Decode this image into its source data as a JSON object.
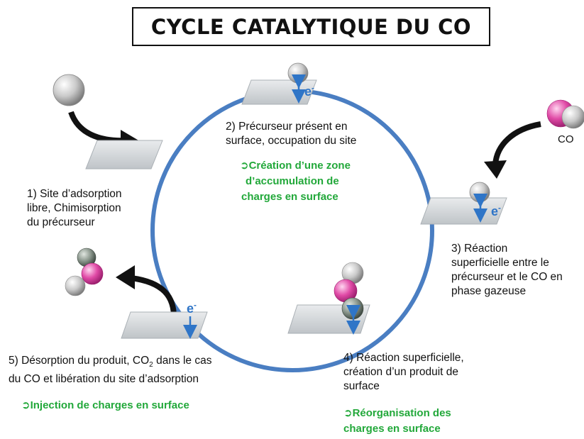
{
  "title": "CYCLE CATALYTIQUE DU CO",
  "colors": {
    "cycle": "#4a7ec2",
    "electron": "#2f75c7",
    "note_green": "#22a83a",
    "molecule_pink": "#e04aa6",
    "surface": "#cfd3d6"
  },
  "steps": {
    "step1": {
      "lines": [
        "1) Site d’adsorption",
        "libre, Chimisorption",
        "du précurseur"
      ]
    },
    "step2": {
      "lines": [
        "2) Précurseur présent en",
        "surface, occupation du site"
      ],
      "note": [
        "Création d’une zone",
        "d’accumulation de",
        "charges en surface"
      ]
    },
    "step3": {
      "lines": [
        "3) Réaction",
        "superficielle entre le",
        "précurseur et le CO en",
        "phase gazeuse"
      ]
    },
    "step4": {
      "lines": [
        "4) Réaction superficielle,",
        "création d’un produit de",
        "surface"
      ],
      "note": [
        "Réorganisation des",
        "charges en surface"
      ]
    },
    "step5": {
      "line1_pre": "5) Désorption du produit, CO",
      "line1_sub": "2",
      "line1_post": " dans le cas",
      "line2": "du CO et libération du site d’adsorption",
      "note": "Injection de charges en surface"
    }
  },
  "labels": {
    "co": "CO",
    "electron_base": "e",
    "electron_sup": "-",
    "note_arrow": "➲"
  }
}
